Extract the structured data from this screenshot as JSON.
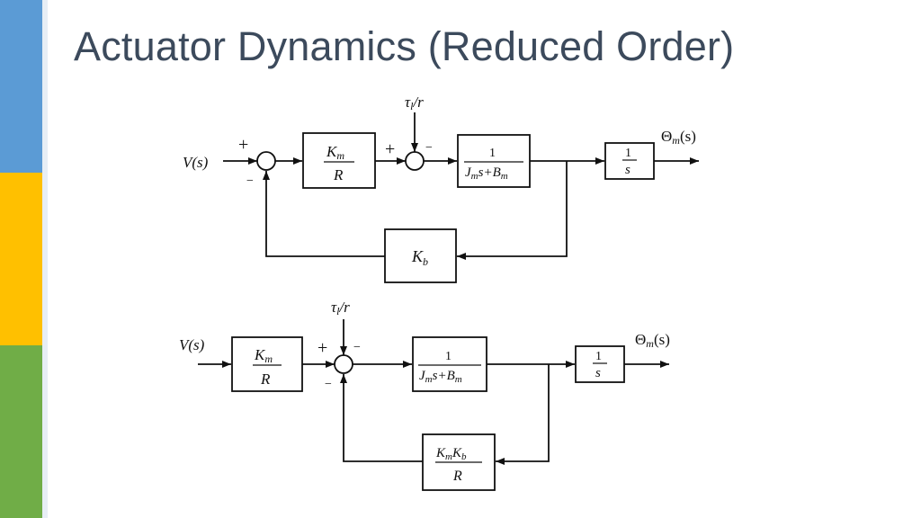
{
  "slide": {
    "title": "Actuator Dynamics (Reduced Order)"
  },
  "colors": {
    "bar_blue": "#5b9bd5",
    "bar_yellow": "#ffc000",
    "bar_green": "#70ad47",
    "title": "#3c4a5c"
  },
  "diagram1": {
    "input": "V(s)",
    "sum1_plus": "+",
    "sum1_minus": "−",
    "gain_num": "K",
    "gain_num_sub": "m",
    "gain_den": "R",
    "disturbance_tau": "τ",
    "disturbance_sub": "l",
    "disturbance_rest": "/r",
    "sum2_plus": "+",
    "sum2_minus": "−",
    "plant_num": "1",
    "plant_den": "J",
    "plant_den_sub1": "m",
    "plant_den_mid": "s+B",
    "plant_den_sub2": "m",
    "integrator_num": "1",
    "integrator_den": "s",
    "output": "Θ",
    "output_sub": "m",
    "output_rest": "(s)",
    "feedback": "K",
    "feedback_sub": "b"
  },
  "diagram2": {
    "input": "V(s)",
    "gain_num": "K",
    "gain_num_sub": "m",
    "gain_den": "R",
    "disturbance_tau": "τ",
    "disturbance_sub": "l",
    "disturbance_rest": "/r",
    "sum_plus": "+",
    "sum_minus_right": "−",
    "sum_minus_bottom": "−",
    "plant_num": "1",
    "plant_den": "J",
    "plant_den_sub1": "m",
    "plant_den_mid": "s+B",
    "plant_den_sub2": "m",
    "integrator_num": "1",
    "integrator_den": "s",
    "output": "Θ",
    "output_sub": "m",
    "output_rest": "(s)",
    "feedback_num1": "K",
    "feedback_num1_sub": "m",
    "feedback_num2": "K",
    "feedback_num2_sub": "b",
    "feedback_den": "R"
  }
}
